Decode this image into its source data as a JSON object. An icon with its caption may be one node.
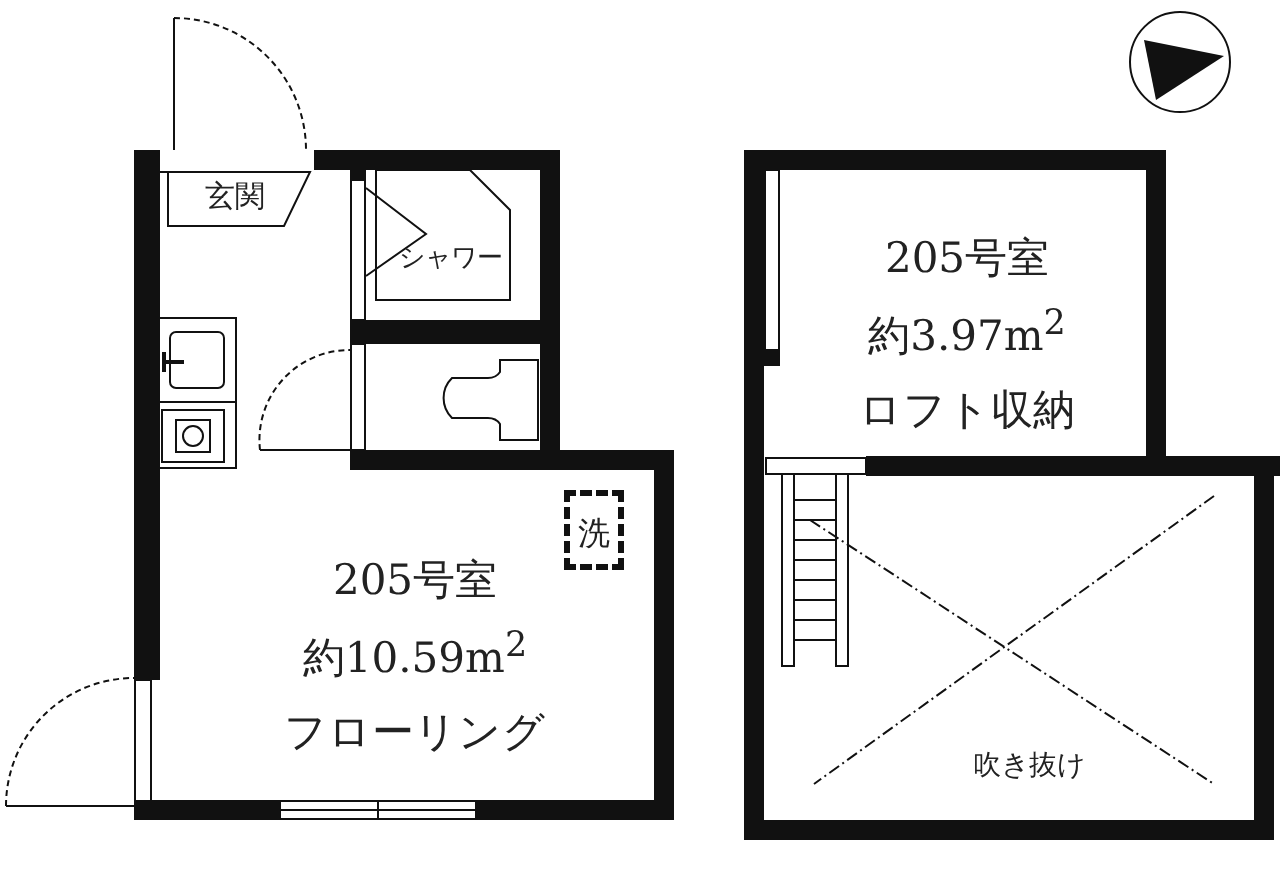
{
  "diagram": {
    "nodes": [
      {
        "text": [
          "玄関"
        ]
      },
      {
        "text": [
          "シャワー"
        ]
      },
      {
        "text": [
          "洗"
        ]
      },
      {
        "text": [
          "205号室",
          "約10.59m$^{2}$",
          "フローリング"
        ]
      },
      {
        "text": [
          "205号室",
          "約3.97m$^{2}$",
          "ロフト収納"
        ]
      },
      {
        "text": [
          "吹き抜け"
        ]
      }
    ]
  }
}
